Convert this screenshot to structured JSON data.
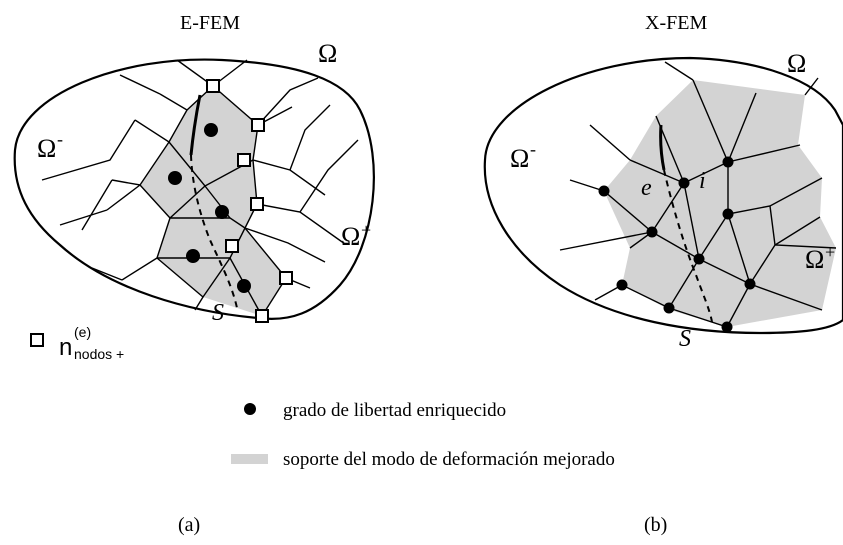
{
  "panels": {
    "a": {
      "title": "E-FEM",
      "omega": "Ω",
      "omega_minus": "Ω",
      "omega_plus": "Ω",
      "sup_plus": "+",
      "sup_minus": "-",
      "discontinuity": "S",
      "legend_n": "n",
      "legend_n_sup": "(e)",
      "legend_n_sub": "nodos +",
      "caption": "(a)"
    },
    "b": {
      "title": "X-FEM",
      "omega": "Ω",
      "omega_minus": "Ω",
      "omega_plus": "Ω",
      "sup_plus": "+",
      "sup_minus": "-",
      "element_label": "e",
      "node_label": "i",
      "discontinuity": "S",
      "caption": "(b)"
    }
  },
  "legend": {
    "enriched_dof": "grado de libertad enriquecido",
    "support": "soporte del modo de deformación mejorado"
  },
  "colors": {
    "shade": "#d3d3d3",
    "stroke": "#000000",
    "background": "#ffffff"
  }
}
